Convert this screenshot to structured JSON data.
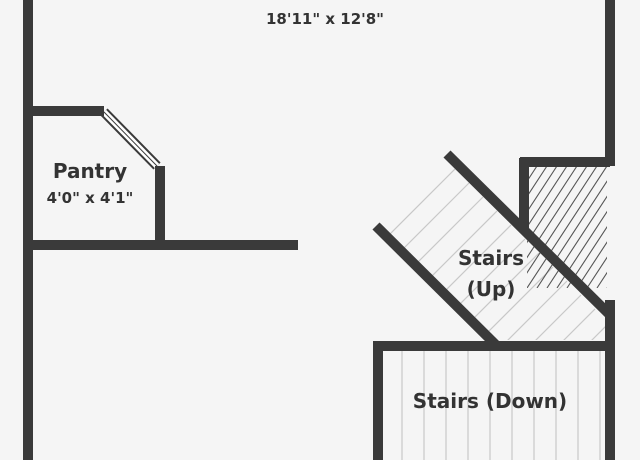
{
  "rooms": {
    "main": {
      "dimensions": "18'11\" x 12'8\""
    },
    "pantry": {
      "name": "Pantry",
      "dimensions": "4'0\" x 4'1\""
    },
    "stairs_up": {
      "line1": "Stairs",
      "line2": "(Up)"
    },
    "stairs_down": {
      "name": "Stairs (Down)"
    }
  },
  "colors": {
    "background": "#f5f5f5",
    "wall": "#3a3a3a",
    "text": "#333333",
    "stair_lines": "#c8c8c8"
  }
}
